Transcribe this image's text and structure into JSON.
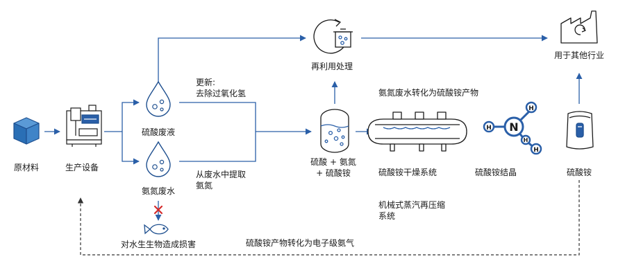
{
  "colors": {
    "flow": "#2a5fa8",
    "icon": "#1e4f8f",
    "dark": "#1a1a1a",
    "red": "#d42a2a",
    "cube": "#2a6fb5"
  },
  "nodes": {
    "raw_material": "原材料",
    "production_equipment": "生产设备",
    "sulfuric_waste": "硫酸废液",
    "ammonia_waste": "氨氮废水",
    "harm": "对水生生物造成损害",
    "mix": "硫酸 + 氨氮\n+ 硫酸铵",
    "reuse": "再利用处理",
    "other_industry": "用于其他行业",
    "dryer": "硫酸铵干燥系统",
    "crystal": "硫酸铵结晶",
    "product": "硫酸铵"
  },
  "notes": {
    "update": "更新:\n去除过氧化氢",
    "extract": "从废水中提取\n氨氮",
    "convert": "氨氮废水转化为硫酸铵产物",
    "mvr": "机械式蒸汽再压缩\n系统",
    "return": "硫酸铵产物转化为电子级氨气"
  },
  "icons": {
    "raw_material": "cube-icon",
    "production_equipment": "machine-icon",
    "sulfuric_waste": "droplet-icon",
    "ammonia_waste": "droplet-icon",
    "harm": "fish-icon",
    "blocked": "cross-icon",
    "mix": "tank-icon",
    "reuse": "recycle-icon",
    "other_industry": "factory-icon",
    "dryer": "dryer-icon",
    "crystal": "molecule-icon",
    "product": "bag-icon"
  },
  "molecule": {
    "center": "N",
    "atoms": [
      "H",
      "H",
      "H",
      "H"
    ]
  }
}
